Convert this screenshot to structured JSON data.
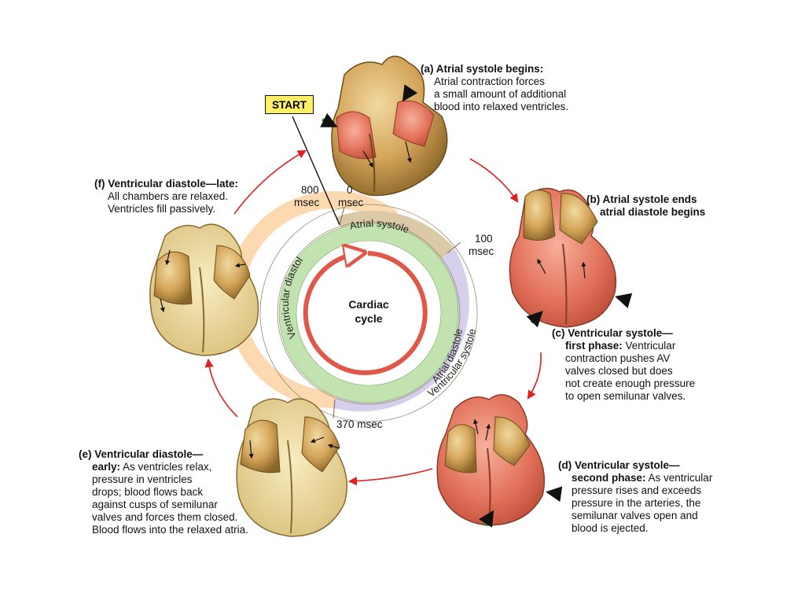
{
  "start_label": "START",
  "center": {
    "line1": "Cardiac",
    "line2": "cycle"
  },
  "rings": {
    "atrial_systole": "Atrial systole",
    "ventricular_diastole": "Ventricular diastole",
    "atrial_diastole": "Atrial diastole",
    "ventricular_systole": "Ventricular systole"
  },
  "times": {
    "t800a": "800",
    "t800b": "msec",
    "t0a": "0",
    "t0b": "msec",
    "t100a": "100",
    "t100b": "msec",
    "t370": "370 msec"
  },
  "stages": {
    "a": {
      "label": "(a) Atrial systole begins:",
      "line1": "Atrial contraction forces",
      "line2": "a small amount of additional",
      "line3": "blood into relaxed ventricles."
    },
    "b": {
      "label": "(b) Atrial systole ends",
      "line1": "atrial diastole begins"
    },
    "c": {
      "label": "(c) Ventricular systole—",
      "bold": "first phase:",
      "line1": " Ventricular",
      "line2": "contraction pushes AV",
      "line3": "valves closed but does",
      "line4": "not create enough pressure",
      "line5": "to open semilunar valves."
    },
    "d": {
      "label": "(d) Ventricular systole—",
      "bold": "second phase:",
      "line1": " As ventricular",
      "line2": "pressure rises and exceeds",
      "line3": "pressure in the arteries, the",
      "line4": "semilunar valves open and",
      "line5": "blood is ejected."
    },
    "e": {
      "label": "(e) Ventricular diastole—",
      "bold": "early:",
      "line1": " As ventricles relax,",
      "line2": "pressure in ventricles",
      "line3": "drops; blood flows back",
      "line4": "against cusps of semilunar",
      "line5": "valves and forces them closed.",
      "line6": "Blood flows into the relaxed atria."
    },
    "f": {
      "label": "(f) Ventricular diastole—late:",
      "line1": "All chambers are relaxed.",
      "line2": "Ventricles fill passively."
    }
  },
  "colors": {
    "ventricular_diastole_ring": "#fcd9b0",
    "atrial_systole_ring": "#dcc9a8",
    "atrial_diastole_ring": "#c2e3b0",
    "ventricular_systole_ring": "#d7d0ec",
    "cycle_arrow": "#e0584a",
    "flow_arrow": "#e02020",
    "green_arrow": "#2e8b2e",
    "start_box": "#fff06a",
    "heart_tan": "#c99a4c",
    "heart_red": "#e27058",
    "heart_pale": "#ecd79a"
  }
}
